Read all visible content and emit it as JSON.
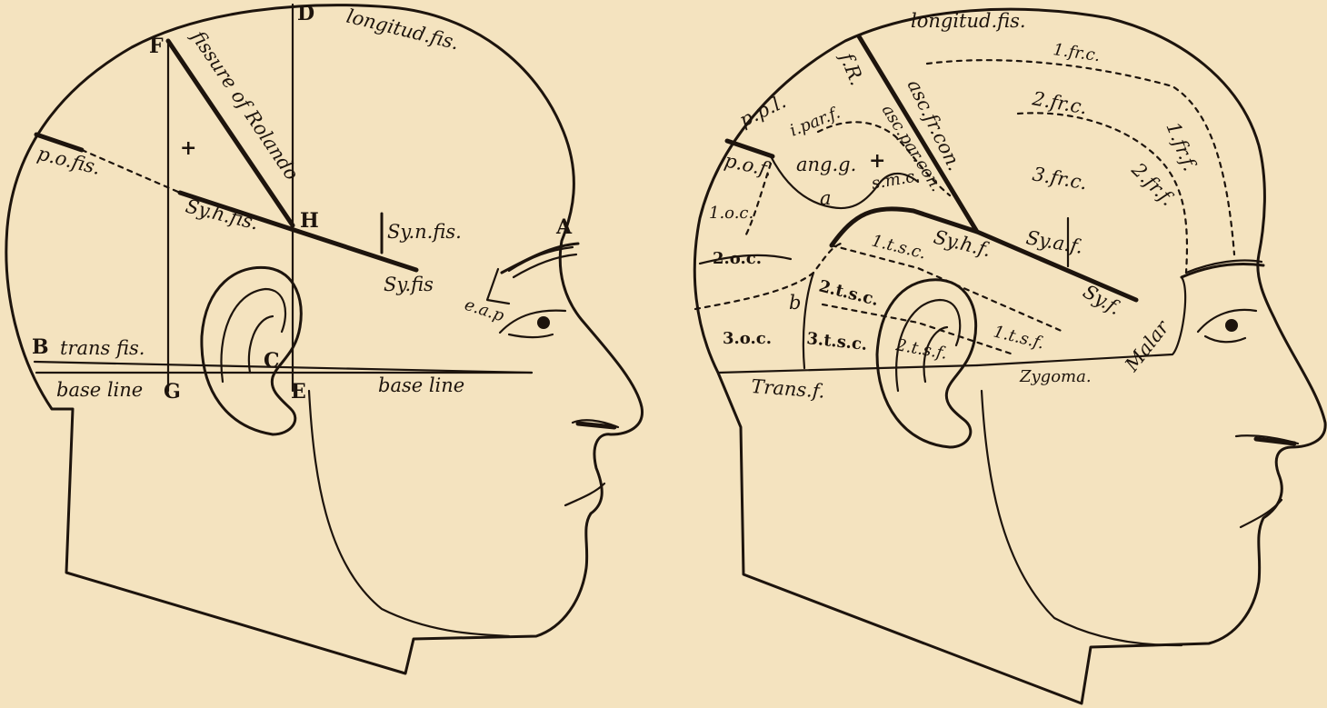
{
  "colors": {
    "paper": "#f4e3bf",
    "ink": "#1d140d"
  },
  "left_head": {
    "points": {
      "A": "A",
      "B": "B",
      "C": "C",
      "D": "D",
      "E": "E",
      "F": "F",
      "G": "G",
      "H": "H",
      "plus": "+"
    },
    "labels": {
      "longitud": "longitud.fis.",
      "fissure": "fissure of Rolando",
      "po": "p.o.fis.",
      "syh": "Sy.h.fis.",
      "syn": "Sy.n.fis.",
      "syf": "Sy.fis",
      "eap": "e.a.p",
      "trans": "trans fis.",
      "base1": "base line",
      "base2": "base line"
    }
  },
  "right_head": {
    "labels": {
      "longitud": "longitud.fis.",
      "fr1": "1.fr.c.",
      "fr2": "2.fr.c.",
      "fr3": "3.fr.c.",
      "frf1": "1.fr.f.",
      "frf2": "2.fr.f.",
      "fR": "f.R.",
      "ascfr": "asc.fr.con.",
      "ascpar": "asc.par.con.",
      "ppl": "p.p.l.",
      "ipar": "i.par.f.",
      "angg": "ang.g.",
      "plus": "+",
      "a": "a",
      "smc": "s.m.c.",
      "pof": "p.o.f.",
      "oc1": "1.o.c.",
      "oc2": "2.o.c.",
      "oc3": "3.o.c.",
      "b": "b",
      "syhf": "Sy.h.f.",
      "syaf": "Sy.a.f.",
      "syf": "Sy.f.",
      "tsc1": "1.t.s.c.",
      "tsc2": "2.t.s.c.",
      "tsc3": "3.t.s.c.",
      "tsf1": "1.t.s.f.",
      "tsf2": "2.t.s.f.",
      "trans": "Trans.f.",
      "zygoma": "Zygoma.",
      "malar": "Malar"
    }
  }
}
